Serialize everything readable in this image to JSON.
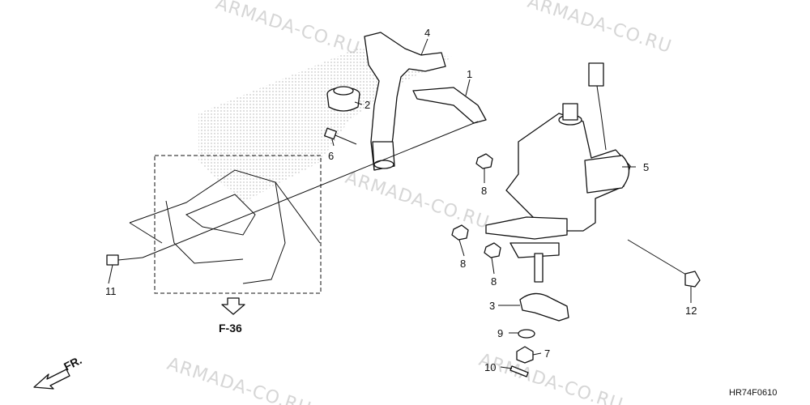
{
  "diagram_code": "HR74F0610",
  "reference": {
    "label": "F-36"
  },
  "front_marker": {
    "label": "FR."
  },
  "watermark": {
    "text": "ARMADA-CO.RU"
  },
  "callouts": [
    {
      "id": "c1",
      "label": "1"
    },
    {
      "id": "c2",
      "label": "2"
    },
    {
      "id": "c3",
      "label": "3"
    },
    {
      "id": "c4",
      "label": "4"
    },
    {
      "id": "c5",
      "label": "5"
    },
    {
      "id": "c6",
      "label": "6"
    },
    {
      "id": "c7",
      "label": "7"
    },
    {
      "id": "c8a",
      "label": "8"
    },
    {
      "id": "c8b",
      "label": "8"
    },
    {
      "id": "c8c",
      "label": "8"
    },
    {
      "id": "c9",
      "label": "9"
    },
    {
      "id": "c10",
      "label": "10"
    },
    {
      "id": "c11",
      "label": "11"
    },
    {
      "id": "c12",
      "label": "12"
    }
  ]
}
